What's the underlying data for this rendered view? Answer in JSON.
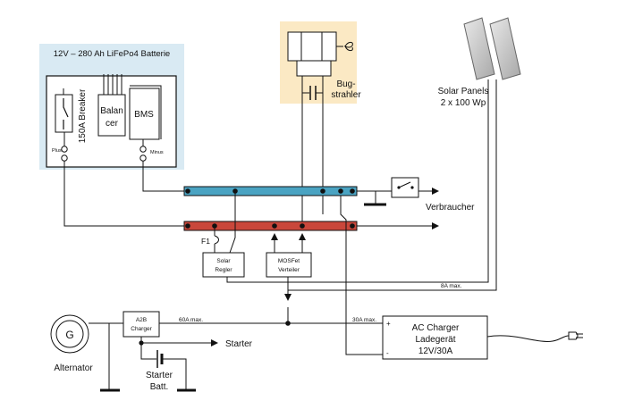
{
  "battery": {
    "title": "12V – 280 Ah LiFePo4 Batterie",
    "breaker_label": "150A Breaker",
    "balancer_line1": "Balan",
    "balancer_line2": "cer",
    "bms_label": "BMS",
    "plus_label": "Plus",
    "minus_label": "Minus"
  },
  "bow_thruster": {
    "line1": "Bug-",
    "line2": "strahler"
  },
  "solar_panels": {
    "line1": "Solar Panels",
    "line2": "2 x 100 Wp"
  },
  "consumers_label": "Verbraucher",
  "fuse_label": "F1",
  "solar_regler": {
    "line1": "Solar",
    "line2": "Regler"
  },
  "mosfet_verteiler": {
    "line1": "MOSFet",
    "line2": "Verteiler"
  },
  "solar_current_label": "8A  max.",
  "a2b_charger": {
    "line1": "A2B",
    "line2": "Charger"
  },
  "a2b_current_label": "60A  max.",
  "ac_current_label": "30A  max.",
  "ac_charger": {
    "line1": "AC Charger",
    "line2": "Ladegerät",
    "line3": "12V/30A",
    "plus": "+",
    "minus": "-"
  },
  "generator_symbol": "G",
  "alternator_label": "Alternator",
  "starter_label": "Starter",
  "starter_batt": {
    "line1": "Starter",
    "line2": "Batt."
  },
  "colors": {
    "battery_bg": "#d9eaf3",
    "thruster_bg": "#fbe9c4",
    "bus_negative": "#4aa3c2",
    "bus_positive": "#c9473b",
    "panel_fill": "#c4c4c4"
  }
}
